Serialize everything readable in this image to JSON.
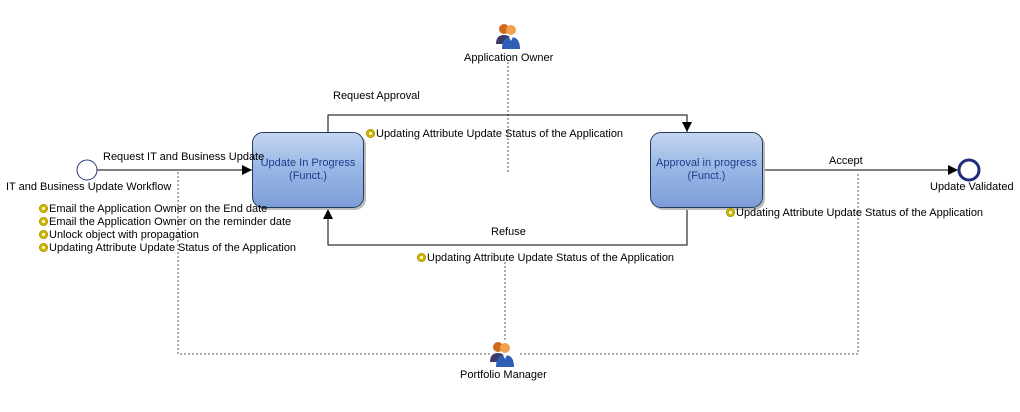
{
  "start_event": {
    "label": "IT and Business Update Workflow"
  },
  "end_event": {
    "label": "Update Validated"
  },
  "tasks": {
    "update_in_progress": {
      "line1": "Update In Progress",
      "line2": "(Funct.)"
    },
    "approval_in_progress": {
      "line1": "Approval in progress",
      "line2": "(Funct.)"
    }
  },
  "flows": {
    "request_it_business_update": "Request IT and Business Update",
    "request_approval": "Request Approval",
    "accept": "Accept",
    "refuse": "Refuse"
  },
  "actions": {
    "start": [
      "Email the Application Owner on the End date",
      "Email the Application Owner on the reminder date",
      "Unlock object with propagation",
      "Updating Attribute Update Status of the Application"
    ],
    "request_approval": "Updating Attribute Update Status of the Application",
    "accept": "Updating Attribute Update Status of the Application",
    "refuse": "Updating Attribute Update Status of the Application"
  },
  "actors": {
    "application_owner": {
      "label": "Application Owner",
      "icon": "user-group-icon"
    },
    "portfolio_manager": {
      "label": "Portfolio Manager",
      "icon": "user-group-icon"
    }
  },
  "colors": {
    "task_fill": "#9ab8e6",
    "task_text": "#1e3c8a",
    "event_stroke": "#1f2d7a",
    "gear": "#e5d11a"
  }
}
